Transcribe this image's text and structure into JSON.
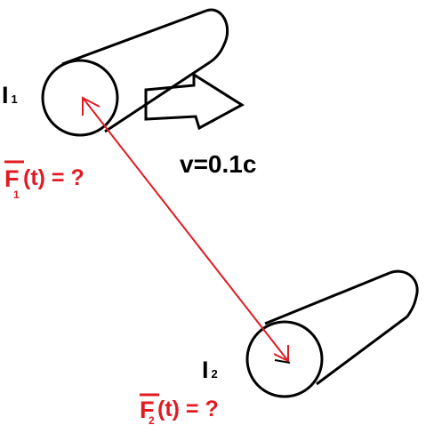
{
  "colors": {
    "ink": "#000000",
    "accent": "#e01b24",
    "background": "#ffffff"
  },
  "cylinder_1": {
    "label_letter": "I",
    "label_sub": "1"
  },
  "cylinder_2": {
    "label_letter": "I",
    "label_sub": "2"
  },
  "velocity": {
    "text": "v=0.1c"
  },
  "force_1": {
    "letter": "F",
    "sub": "1",
    "rest": "(t) = ?"
  },
  "force_2": {
    "letter": "F",
    "sub": "2",
    "rest": "(t) = ?"
  },
  "icons": [
    "outline-arrow-right-icon",
    "double-headed-arrow-icon"
  ]
}
